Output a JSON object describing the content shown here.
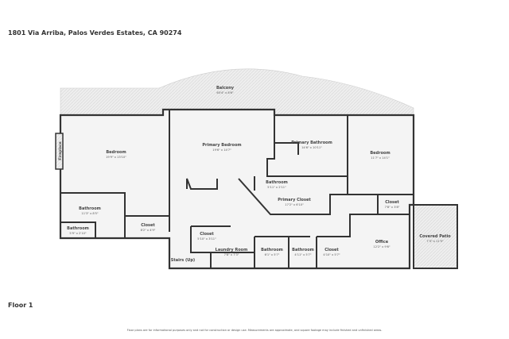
{
  "header": {
    "address": "1801 Via Arriba, Palos Verdes Estates, CA 90274"
  },
  "floor_label": "Floor 1",
  "disclaimer": "Floor plans are for informational purposes only and not for construction or design use. Measurements are approximate, and square footage may include finished and unfinished areas.",
  "colors": {
    "wall": "#333333",
    "floor": "#f4f4f4",
    "outdoor": "#eeeeee"
  },
  "rooms": [
    {
      "name": "Balcony",
      "dims": "65'4\" x 8'6\""
    },
    {
      "name": "Bedroom",
      "dims": "19'9\" x 13'10\""
    },
    {
      "name": "Primary Bedroom",
      "dims": "19'6\" x 14'7\""
    },
    {
      "name": "Primary Bathroom",
      "dims": "14'6\" x 10'11\""
    },
    {
      "name": "Bedroom",
      "dims": "11'7\" x 14'1\""
    },
    {
      "name": "Bathroom",
      "dims": "5'11\" x 2'11\""
    },
    {
      "name": "Primary Closet",
      "dims": "17'2\" x 6'10\""
    },
    {
      "name": "Closet",
      "dims": "7'8\" x 3'8\""
    },
    {
      "name": "Bathroom",
      "dims": "11'3\" x 8'5\""
    },
    {
      "name": "Bathroom",
      "dims": "5'9\" x 2'10\""
    },
    {
      "name": "Closet",
      "dims": "8'2\" x 4'9\""
    },
    {
      "name": "Closet",
      "dims": "5'10\" x 3'11\""
    },
    {
      "name": "Laundry Room",
      "dims": "7'8\" x 7'3\""
    },
    {
      "name": "Bathroom",
      "dims": "6'1\" x 5'7\""
    },
    {
      "name": "Bathroom",
      "dims": "4'11\" x 5'7\""
    },
    {
      "name": "Closet",
      "dims": "4'10\" x 5'7\""
    },
    {
      "name": "Office",
      "dims": "12'2\" x 9'6\""
    },
    {
      "name": "Covered Patio",
      "dims": "7'3\" x 11'9\""
    },
    {
      "name": "Stairs (Up)",
      "dims": ""
    }
  ],
  "fireplace": "Fireplace"
}
